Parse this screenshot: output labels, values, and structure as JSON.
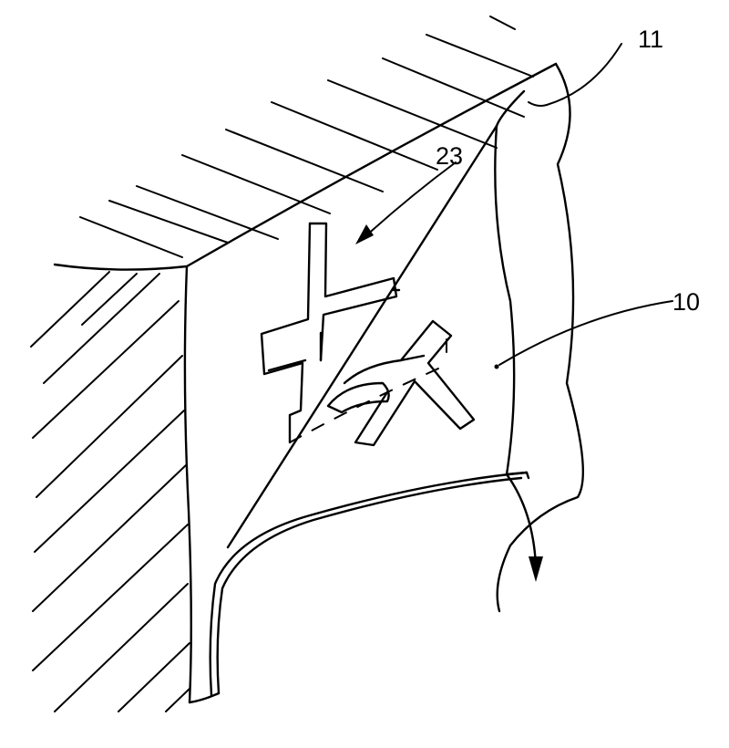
{
  "labels": {
    "ref_11": "11",
    "ref_23": "23",
    "ref_10": "10"
  },
  "colors": {
    "ink": "#000000",
    "paper": "#ffffff"
  }
}
